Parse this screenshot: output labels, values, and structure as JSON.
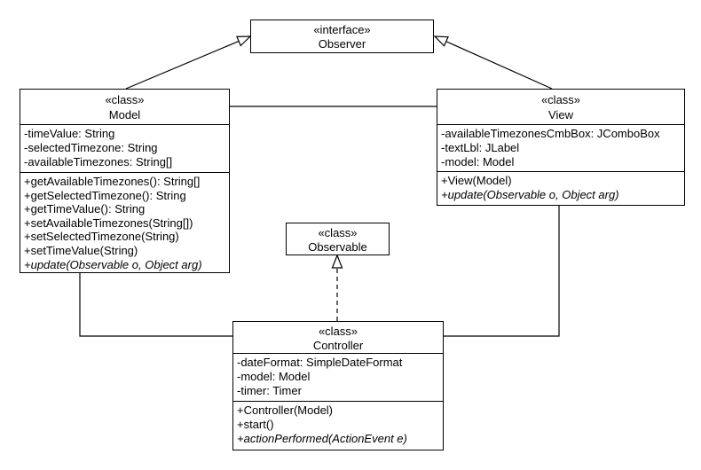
{
  "classes": {
    "observer": {
      "stereotype": "«interface»",
      "name": "Observer"
    },
    "model": {
      "stereotype": "«class»",
      "name": "Model",
      "attributes": [
        "-timeValue: String",
        "-selectedTimezone: String",
        "-availableTimezones: String[]"
      ],
      "methods": [
        "+getAvailableTimezones(): String[]",
        "+getSelectedTimezone(): String",
        "+getTimeValue(): String",
        "+setAvailableTimezones(String[])",
        "+setSelectedTimezone(String)",
        "+setTimeValue(String)",
        "+update(Observable o, Object arg)"
      ]
    },
    "view": {
      "stereotype": "«class»",
      "name": "View",
      "attributes": [
        "-availableTimezonesCmbBox: JComboBox",
        "-textLbl: JLabel",
        "-model: Model"
      ],
      "methods": [
        "+View(Model)",
        "+update(Observable o, Object arg)"
      ]
    },
    "observable": {
      "stereotype": "«class»",
      "name": "Observable"
    },
    "controller": {
      "stereotype": "«class»",
      "name": "Controller",
      "attributes": [
        "-dateFormat: SimpleDateFormat",
        "-model: Model",
        "-timer: Timer"
      ],
      "methods": [
        "+Controller(Model)",
        "+start()",
        "+actionPerformed(ActionEvent e)"
      ]
    }
  },
  "relationships": [
    {
      "from": "Model",
      "to": "Observer",
      "type": "generalization",
      "line": "solid",
      "arrowhead": "hollow-triangle"
    },
    {
      "from": "View",
      "to": "Observer",
      "type": "generalization",
      "line": "solid",
      "arrowhead": "hollow-triangle"
    },
    {
      "from": "Model",
      "to": "View",
      "type": "association",
      "line": "solid",
      "arrowhead": "none"
    },
    {
      "from": "Model",
      "to": "Controller",
      "type": "association",
      "line": "solid",
      "arrowhead": "none"
    },
    {
      "from": "View",
      "to": "Controller",
      "type": "association",
      "line": "solid",
      "arrowhead": "none"
    },
    {
      "from": "Controller",
      "to": "Observable",
      "type": "realization",
      "line": "dashed",
      "arrowhead": "hollow-triangle"
    }
  ],
  "colors": {
    "background": "#ffffff",
    "stroke": "#000000",
    "text": "#000000"
  }
}
